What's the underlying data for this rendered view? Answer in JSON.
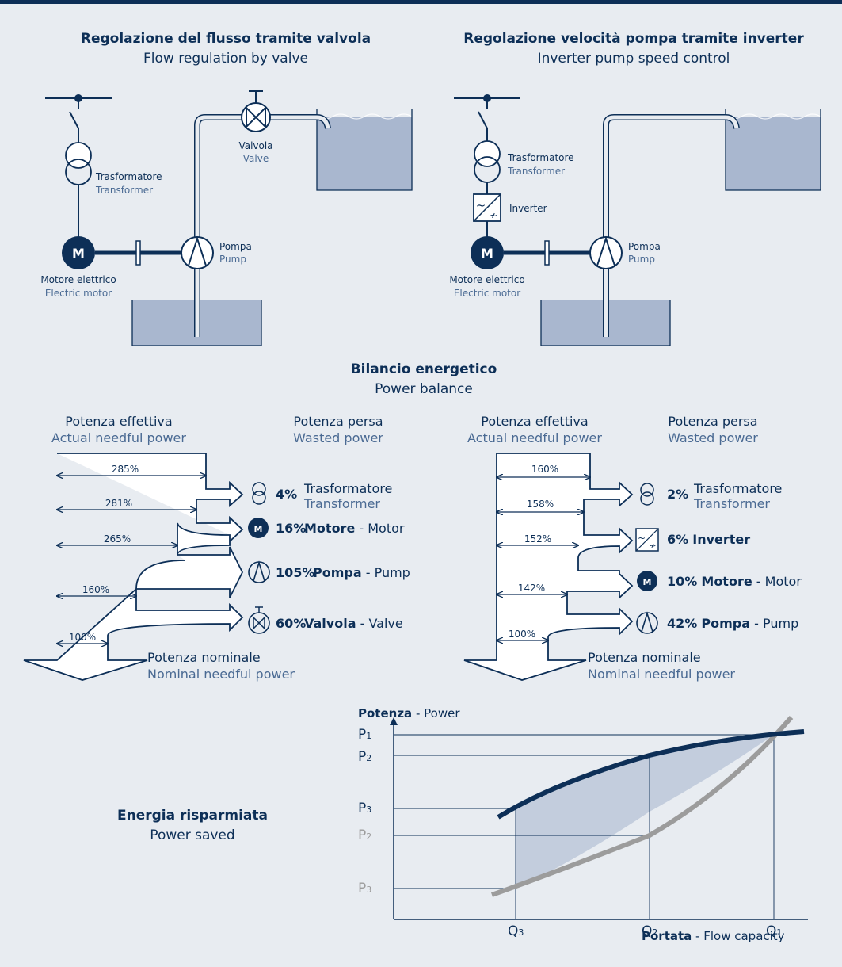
{
  "colors": {
    "navy": "#0d2f57",
    "background": "#e8ecf1",
    "water": "#a9b7cf",
    "pipe": "#5e7da6",
    "grey_curve": "#9c9c9c",
    "saved_fill": "#c3cddd"
  },
  "left_system": {
    "title": "Regolazione del flusso tramite valvola",
    "subtitle": "Flow regulation by valve",
    "transformer": "Trasformatore",
    "transformer_en": "Transformer",
    "valve": "Valvola",
    "valve_en": "Valve",
    "pump": "Pompa",
    "pump_en": "Pump",
    "motor_symbol": "M",
    "motor": "Motore elettrico",
    "motor_en": "Electric motor"
  },
  "right_system": {
    "title": "Regolazione velocità pompa tramite inverter",
    "subtitle": "Inverter pump speed control",
    "transformer": "Trasformatore",
    "transformer_en": "Transformer",
    "inverter": "Inverter",
    "pump": "Pompa",
    "pump_en": "Pump",
    "motor_symbol": "M",
    "motor": "Motore elettrico",
    "motor_en": "Electric motor"
  },
  "balance": {
    "title": "Bilancio energetico",
    "subtitle": "Power balance"
  },
  "left_balance": {
    "header_actual": "Potenza effettiva",
    "header_actual_en": "Actual needful power",
    "header_wasted": "Potenza persa",
    "header_wasted_en": "Wasted power",
    "footer": "Potenza nominale",
    "footer_en": "Nominal needful power",
    "levels": [
      "285%",
      "281%",
      "265%",
      "160%",
      "100%"
    ],
    "losses": [
      {
        "pct": "4%",
        "name": "Trasformatore",
        "en": "Transformer",
        "icon": "transformer-icon"
      },
      {
        "pct": "16%",
        "name": "Motore",
        "en": " - Motor",
        "icon": "motor-icon"
      },
      {
        "pct": "105%",
        "name": "Pompa",
        "en": " - Pump",
        "icon": "pump-icon"
      },
      {
        "pct": "60%",
        "name": "Valvola",
        "en": " - Valve",
        "icon": "valve-icon"
      }
    ]
  },
  "right_balance": {
    "header_actual": "Potenza effettiva",
    "header_actual_en": "Actual needful power",
    "header_wasted": "Potenza persa",
    "header_wasted_en": "Wasted power",
    "footer": "Potenza nominale",
    "footer_en": "Nominal needful power",
    "levels": [
      "160%",
      "158%",
      "152%",
      "142%",
      "100%"
    ],
    "losses": [
      {
        "pct": "2%",
        "name": "Trasformatore",
        "en": "Transformer",
        "icon": "transformer-icon"
      },
      {
        "pct": "6%",
        "name": "Inverter",
        "en": "",
        "icon": "inverter-icon"
      },
      {
        "pct": "10%",
        "name": "Motore",
        "en": " - Motor",
        "icon": "motor-icon"
      },
      {
        "pct": "42%",
        "name": "Pompa",
        "en": " - Pump",
        "icon": "pump-icon"
      }
    ]
  },
  "saved": {
    "title": "Energia risparmiata",
    "subtitle": "Power saved"
  },
  "graph": {
    "y_label": "Potenza",
    "y_label_en": " - Power",
    "x_label": "Portata",
    "x_label_en": " - Flow capacity",
    "y_ticks_dark": [
      {
        "main": "P",
        "sub": "1"
      },
      {
        "main": "P",
        "sub": "2"
      },
      {
        "main": "P",
        "sub": "3"
      }
    ],
    "y_ticks_grey": [
      {
        "main": "P",
        "sub": "2"
      },
      {
        "main": "P",
        "sub": "3"
      }
    ],
    "x_ticks": [
      {
        "main": "Q",
        "sub": "3"
      },
      {
        "main": "Q",
        "sub": "2"
      },
      {
        "main": "Q",
        "sub": "1"
      }
    ]
  }
}
